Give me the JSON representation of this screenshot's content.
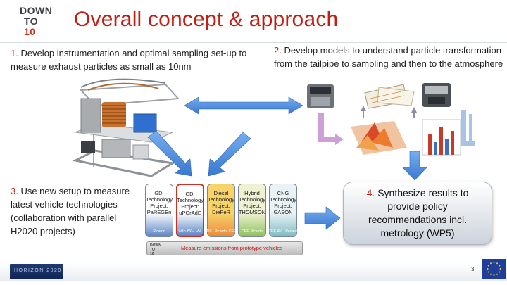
{
  "logo": {
    "line1": "DOWN",
    "line2": "TO",
    "line3": "10"
  },
  "title": "Overall concept & approach",
  "block1": {
    "num": "1.",
    "text": " Develop instrumentation and optimal sampling set-up to measure exhaust particles as small as 10nm"
  },
  "block2": {
    "num": "2.",
    "text": " Develop models to understand particle transformation from the tailpipe to sampling and then to the atmosphere"
  },
  "block3": {
    "num": "3.",
    "text": " Use new setup to measure latest vehicle technologies (collaboration with parallel H2020 projects)"
  },
  "synthesis": {
    "num": "4.",
    "text": " Synthesize results to provide policy recommendations incl. metrology (WP5)"
  },
  "projects": {
    "cards": [
      {
        "label": "GDI\nTechnology\nProject:\nPaREGEn",
        "partners": "Ricardo"
      },
      {
        "label": "GDI\nTechnology\nProject:\nuPGrAdE",
        "partners": "CRF, AVL, LAT"
      },
      {
        "label": "Diesel\nTechnology\nProject:\nDiePeR",
        "partners": "AVL, Ricardo, CRF"
      },
      {
        "label": "Hybrid\nTechnology\nProject:\nTHOMSON",
        "partners": "CRF, Ricardo"
      },
      {
        "label": "CNG\nTechnology\nProject:\nGASON",
        "partners": "CRF, AVL, Renault"
      }
    ],
    "bar_logo": "DOWN\nTO\n10",
    "bar_text": "Measure emissions from prototype vehicles"
  },
  "footer": {
    "programme": "HORIZON 2020",
    "page": "3"
  },
  "colors": {
    "title": "#c21d12",
    "arrow": "#4f8fe0",
    "card_blue": "#5a86c5",
    "card_yellow": "#f2c842",
    "card_orange": "#ec8a3a",
    "card_green": "#8dc15a",
    "card_teal": "#7fbac4"
  }
}
